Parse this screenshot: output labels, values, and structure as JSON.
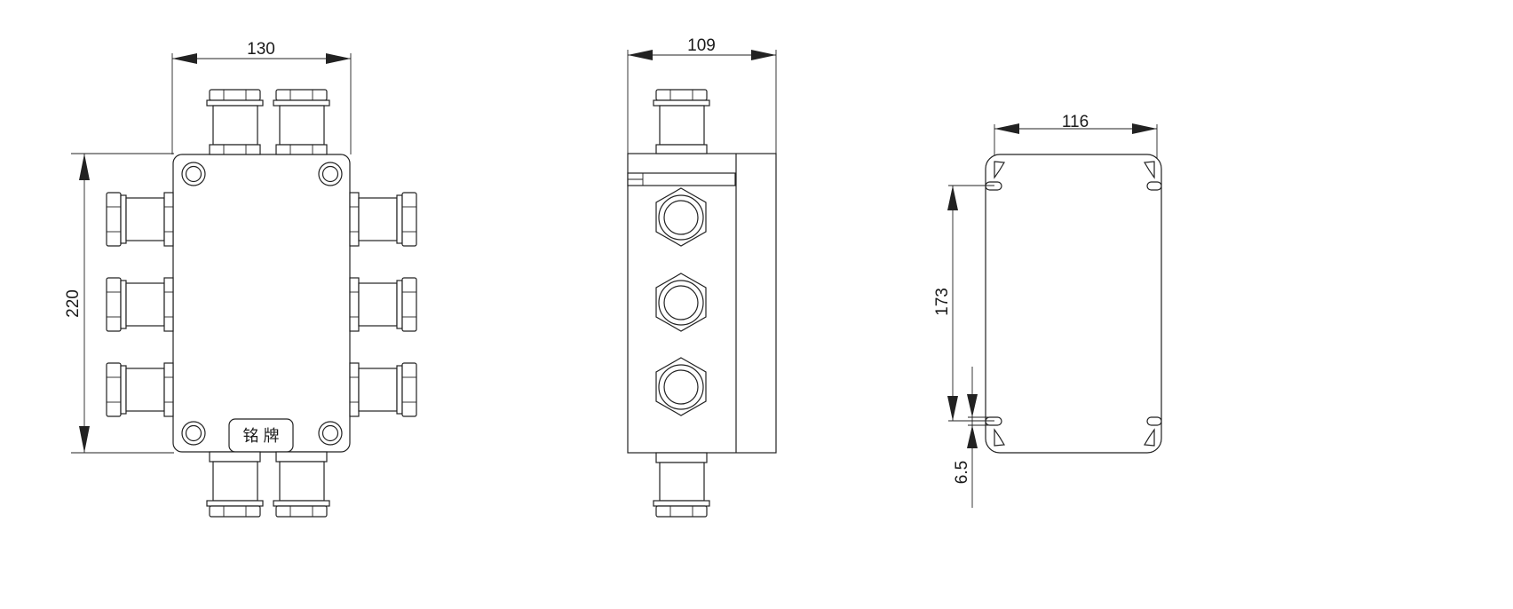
{
  "views": {
    "front": {
      "width_dim": "130",
      "height_dim": "220",
      "nameplate_label": "铭 牌"
    },
    "side": {
      "width_dim": "109"
    },
    "mounting": {
      "width_dim": "116",
      "height_dim": "173",
      "slot_dim": "6.5"
    }
  },
  "colors": {
    "line": "#222222",
    "background": "#ffffff"
  }
}
